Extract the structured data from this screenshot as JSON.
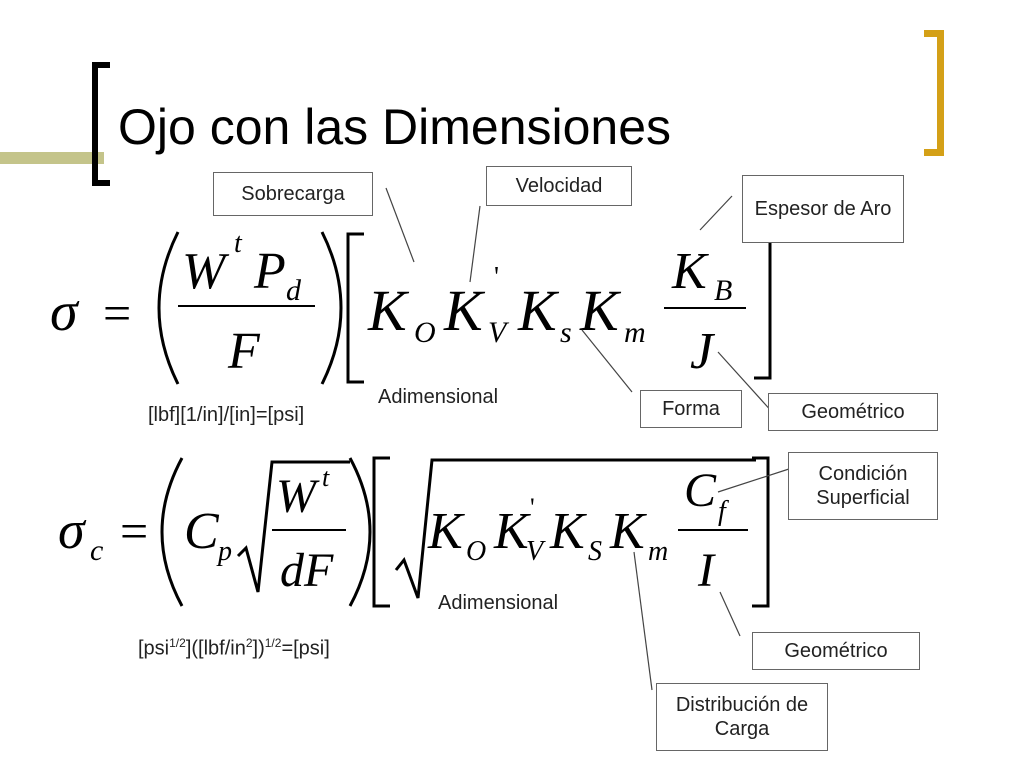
{
  "slide": {
    "title": "Ojo con las Dimensiones"
  },
  "callouts": {
    "sobrecarga": "Sobrecarga",
    "velocidad": "Velocidad",
    "espesor": "Espesor de Aro",
    "forma": "Forma",
    "geometrico_1": "Geométrico",
    "condicion": "Condición Superficial",
    "geometrico_2": "Geométrico",
    "distribucion": "Distribución de Carga"
  },
  "labels": {
    "adimensional_1": "Adimensional",
    "adimensional_2": "Adimensional",
    "units_1": "[lbf][1/in]/[in]=[psi]",
    "units_2_a": "[psi",
    "units_2_b": "1/2",
    "units_2_c": "]([lbf/in",
    "units_2_d": "2",
    "units_2_e": "])",
    "units_2_f": "1/2",
    "units_2_g": "=[psi]"
  },
  "equation_1": {
    "sigma": "σ",
    "equals": "=",
    "W": "W",
    "t": "t",
    "P": "P",
    "d": "d",
    "F": "F",
    "K1": "K",
    "O": "O",
    "K2": "K",
    "prime": "'",
    "V": "V",
    "K3": "K",
    "s": "s",
    "K4": "K",
    "m": "m",
    "K5": "K",
    "B": "B",
    "J": "J"
  },
  "equation_2": {
    "sigma": "σ",
    "c": "c",
    "equals": "=",
    "C": "C",
    "p": "p",
    "W": "W",
    "t": "t",
    "dF": "dF",
    "K1": "K",
    "O": "O",
    "K2": "K",
    "prime": "'",
    "V": "V",
    "K3": "K",
    "S": "S",
    "K4": "K",
    "m": "m",
    "Cf": "C",
    "f": "f",
    "I": "I"
  }
}
